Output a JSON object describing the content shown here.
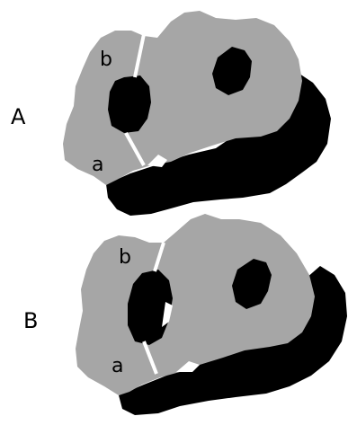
{
  "panels": [
    {
      "label": "A",
      "upper_label": "b",
      "lower_label": "a"
    },
    {
      "label": "B",
      "upper_label": "b",
      "lower_label": "a"
    }
  ],
  "colors": {
    "body_fill": "#a6a6a6",
    "shadow_fill": "#000000",
    "hole_fill": "#000000",
    "cut_line": "#ffffff"
  }
}
